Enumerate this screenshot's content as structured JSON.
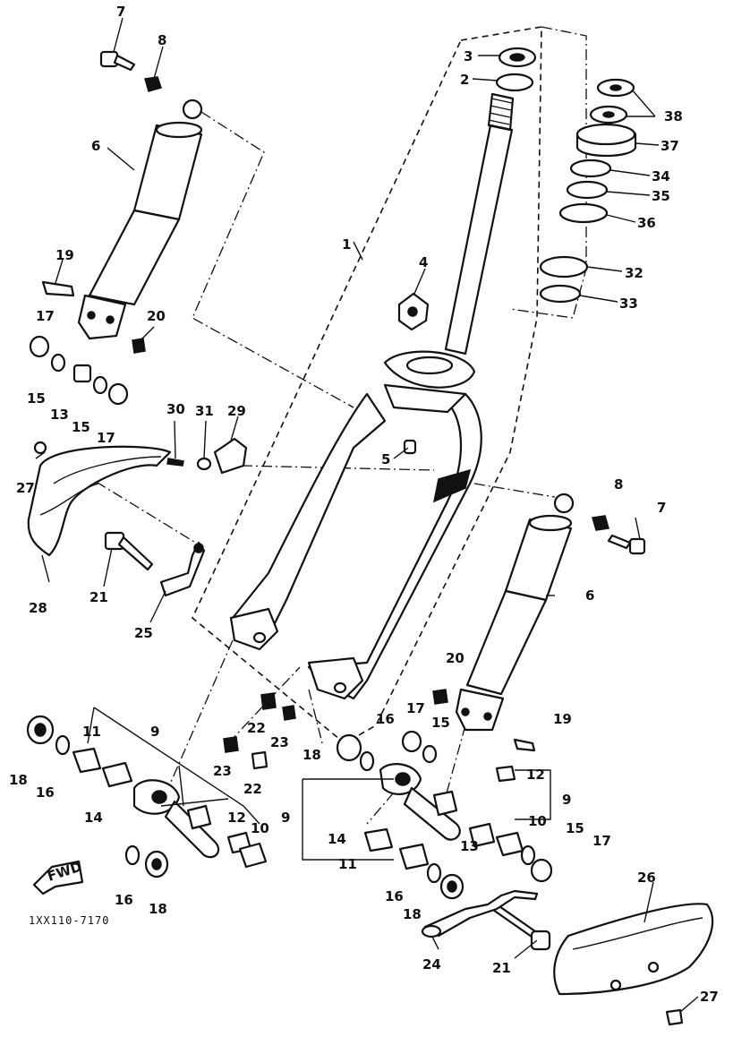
{
  "diagram": {
    "part_code": "1XX110-7170",
    "front_mark": "FWD",
    "callouts": {
      "c1": "1",
      "c2": "2",
      "c3": "3",
      "c4": "4",
      "c5": "5",
      "c6": "6",
      "c7": "7",
      "c8": "8",
      "c9": "9",
      "c10": "10",
      "c11": "11",
      "c12": "12",
      "c13": "13",
      "c14": "14",
      "c15": "15",
      "c16": "16",
      "c17": "17",
      "c18": "18",
      "c19": "19",
      "c20": "20",
      "c21": "21",
      "c22": "22",
      "c23": "23",
      "c24": "24",
      "c25": "25",
      "c26": "26",
      "c27": "27",
      "c28": "28",
      "c29": "29",
      "c30": "30",
      "c31": "31",
      "c32": "32",
      "c33": "33",
      "c34": "34",
      "c35": "35",
      "c36": "36",
      "c37": "37",
      "c38": "38"
    }
  }
}
